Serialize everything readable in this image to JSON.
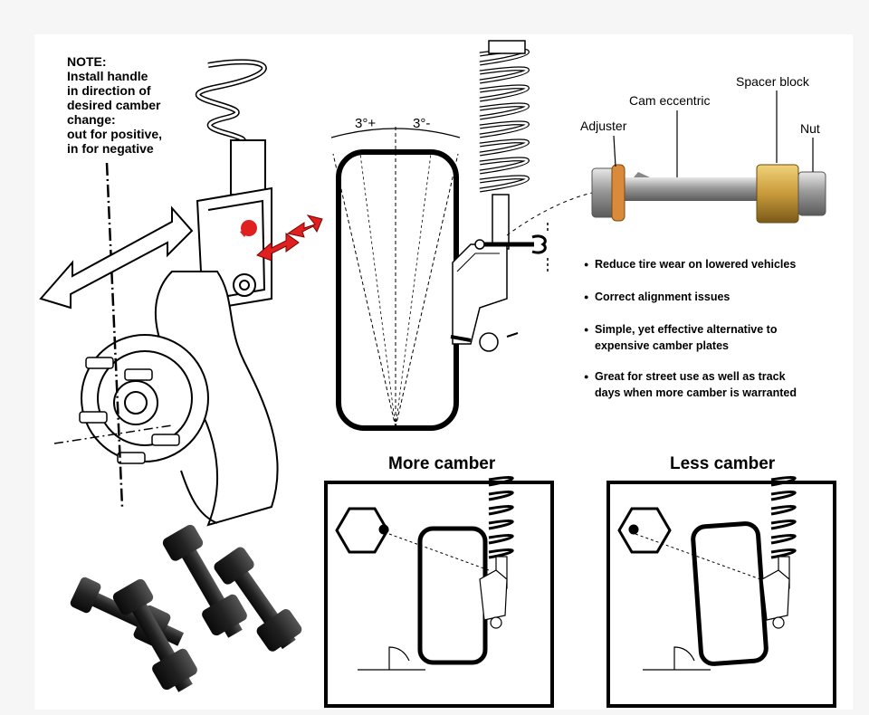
{
  "note": {
    "lines": [
      "NOTE:",
      "Install handle",
      "in direction of",
      "desired camber",
      "change:",
      "out for positive,",
      "in for negative"
    ]
  },
  "angles": {
    "positive": "3°+",
    "negative": "3°-"
  },
  "parts": {
    "adjuster": "Adjuster",
    "cam_eccentric": "Cam eccentric",
    "spacer_block": "Spacer block",
    "nut": "Nut"
  },
  "benefits": {
    "b1": [
      "Reduce tire wear on lowered vehicles"
    ],
    "b2": [
      "Correct alignment issues"
    ],
    "b3": [
      "Simple, yet effective alternative to",
      "expensive camber plates"
    ],
    "b4": [
      "Great for street use as well as track",
      "days when more camber is warranted"
    ]
  },
  "panels": {
    "more": "More camber",
    "less": "Less camber"
  },
  "colors": {
    "bolt_silver": "#b8b8b8",
    "spacer_gold": "#c89a3a",
    "adjuster_orange": "#d98a3a",
    "marker_red": "#e02020",
    "bolt_black": "#1a1a1a"
  }
}
